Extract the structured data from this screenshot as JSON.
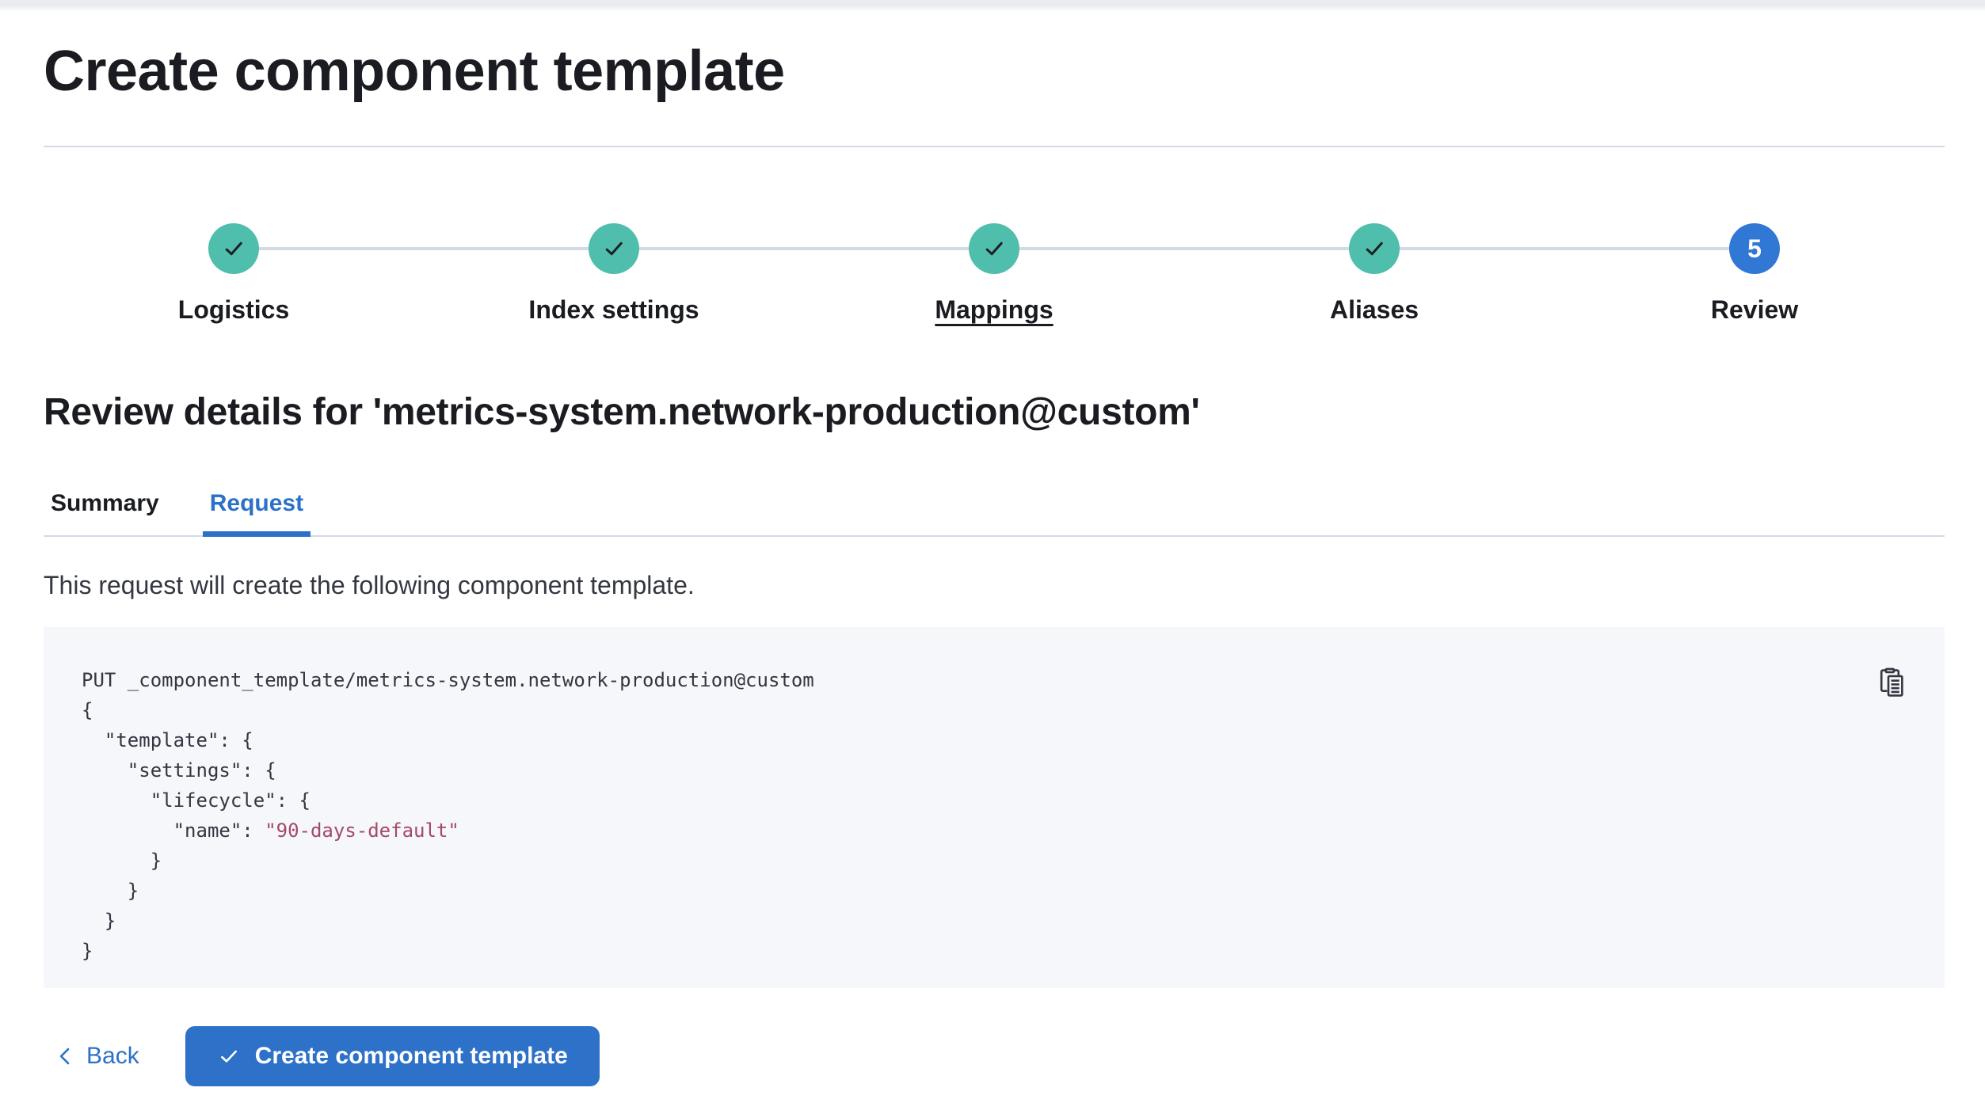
{
  "page": {
    "title": "Create component template"
  },
  "stepper": {
    "steps": [
      {
        "label": "Logistics",
        "status": "complete",
        "icon": "check-icon"
      },
      {
        "label": "Index settings",
        "status": "complete",
        "icon": "check-icon"
      },
      {
        "label": "Mappings",
        "status": "complete",
        "icon": "check-icon"
      },
      {
        "label": "Aliases",
        "status": "complete",
        "icon": "check-icon"
      },
      {
        "label": "Review",
        "status": "current",
        "number": "5"
      }
    ]
  },
  "review": {
    "heading": "Review details for 'metrics-system.network-production@custom'",
    "tabs": [
      {
        "label": "Summary",
        "active": false
      },
      {
        "label": "Request",
        "active": true
      }
    ],
    "description": "This request will create the following component template."
  },
  "code": {
    "lines": [
      {
        "text": "PUT _component_template/metrics-system.network-production@custom"
      },
      {
        "text": "{"
      },
      {
        "text": "  \"template\": {"
      },
      {
        "text": "    \"settings\": {"
      },
      {
        "text": "      \"lifecycle\": {"
      },
      {
        "pre": "        \"name\": ",
        "string": "\"90-days-default\""
      },
      {
        "text": "      }"
      },
      {
        "text": "    }"
      },
      {
        "text": "  }"
      },
      {
        "text": "}"
      }
    ]
  },
  "footer": {
    "back_label": "Back",
    "submit_label": "Create component template"
  },
  "colors": {
    "primary": "#2d71c8",
    "tab_active": "#2b70c9",
    "step_complete_teal": "#50bead",
    "step_current_blue": "#3178d4",
    "code_background": "#f6f7fb",
    "code_text": "#343741",
    "code_string": "#a34a68",
    "divider": "#d3dae6",
    "heading_text": "#1a1c21"
  }
}
